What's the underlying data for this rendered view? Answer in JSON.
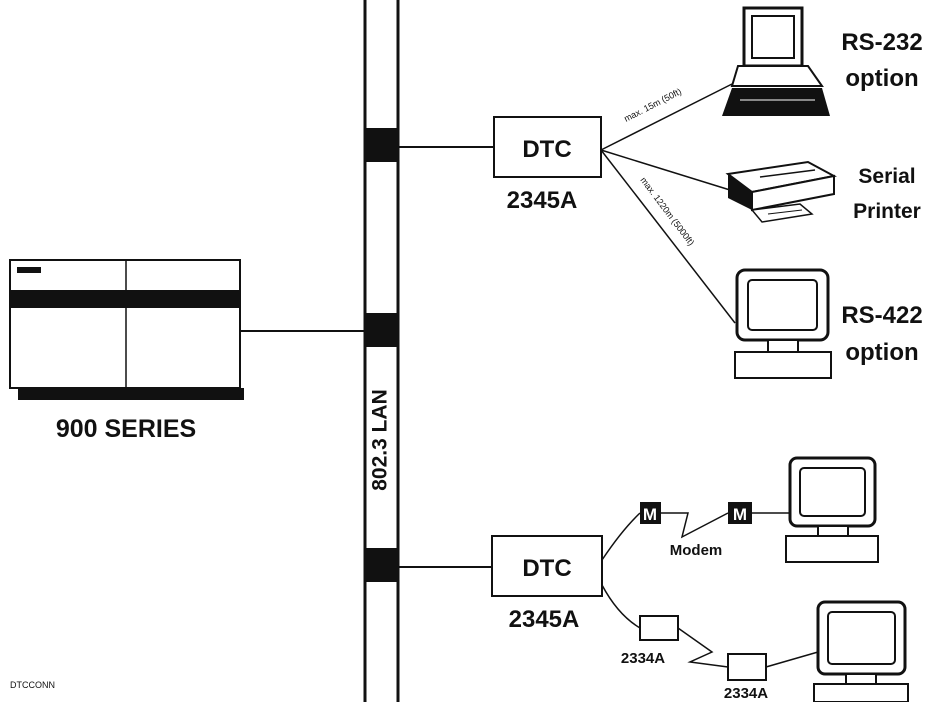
{
  "host": {
    "label": "900 SERIES"
  },
  "lan": {
    "label": "802.3 LAN"
  },
  "dtc_top": {
    "title": "DTC",
    "model": "2345A"
  },
  "dtc_bottom": {
    "title": "DTC",
    "model": "2345A"
  },
  "cable_short": "max. 15m (50ft)",
  "cable_long": "max. 1220m (5000ft)",
  "devices": {
    "rs232_line1": "RS-232",
    "rs232_line2": "option",
    "printer_line1": "Serial",
    "printer_line2": "Printer",
    "rs422_line1": "RS-422",
    "rs422_line2": "option"
  },
  "modem": {
    "label": "Modem",
    "box_letter": "M"
  },
  "extender": {
    "label_a": "2334A",
    "label_b": "2334A"
  },
  "footer_code": "DTCCONN"
}
